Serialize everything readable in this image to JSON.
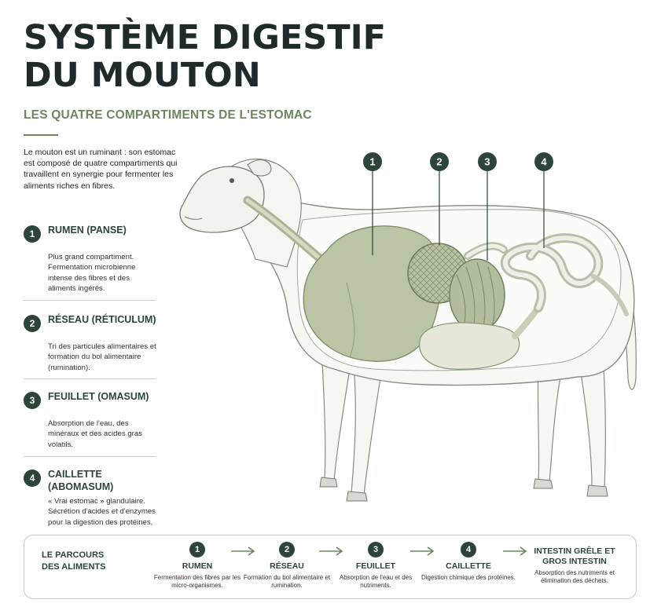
{
  "header": {
    "title": "SYSTÈME DIGESTIF DU MOUTON",
    "subtitle": "LES QUATRE COMPARTIMENTS DE L'ESTOMAC",
    "intro": "Le mouton est un ruminant : son estomac est composé de quatre compartiments qui travaillent en synergie pour fermenter les aliments riches en fibres."
  },
  "compartments": [
    {
      "number": "1",
      "name": "RUMEN (PANSE)",
      "description": "Plus grand compartiment. Fermentation microbienne intense des fibres et des aliments ingérés."
    },
    {
      "number": "2",
      "name": "RÉSEAU (RÉTICULUM)",
      "description": "Tri des particules alimentaires et formation du bol alimentaire (rumination)."
    },
    {
      "number": "3",
      "name": "FEUILLET (OMASUM)",
      "description": "Absorption de l'eau, des minéraux et des acides gras volatils."
    },
    {
      "number": "4",
      "name": "CAILLETTE (ABOMASUM)",
      "description": "« Vrai estomac » glandulaire. Sécrétion d'acides et d'enzymes pour la digestion des protéines."
    }
  ],
  "diagram": {
    "markers": [
      "1",
      "2",
      "3",
      "4"
    ]
  },
  "journey": {
    "title": "LE PARCOURS DES ALIMENTS",
    "steps": [
      {
        "number": "1",
        "name": "RUMEN",
        "description": "Fermentation des fibres par les micro-organismes."
      },
      {
        "number": "2",
        "name": "RÉSEAU",
        "description": "Formation du bol alimentaire et rumination."
      },
      {
        "number": "3",
        "name": "FEUILLET",
        "description": "Absorption de l'eau et des nutriments."
      },
      {
        "number": "4",
        "name": "CAILLETTE",
        "description": "Digestion chimique des protéines."
      },
      {
        "number": "",
        "name": "INTESTIN GRÊLE ET GROS INTESTIN",
        "description": "Absorption des nutriments et élimination des déchets."
      }
    ]
  },
  "colors": {
    "dark_green": "#2d4438",
    "accent_green": "#6e8560",
    "organ_green": "#b7c2a2",
    "title": "#1f2b2a"
  }
}
